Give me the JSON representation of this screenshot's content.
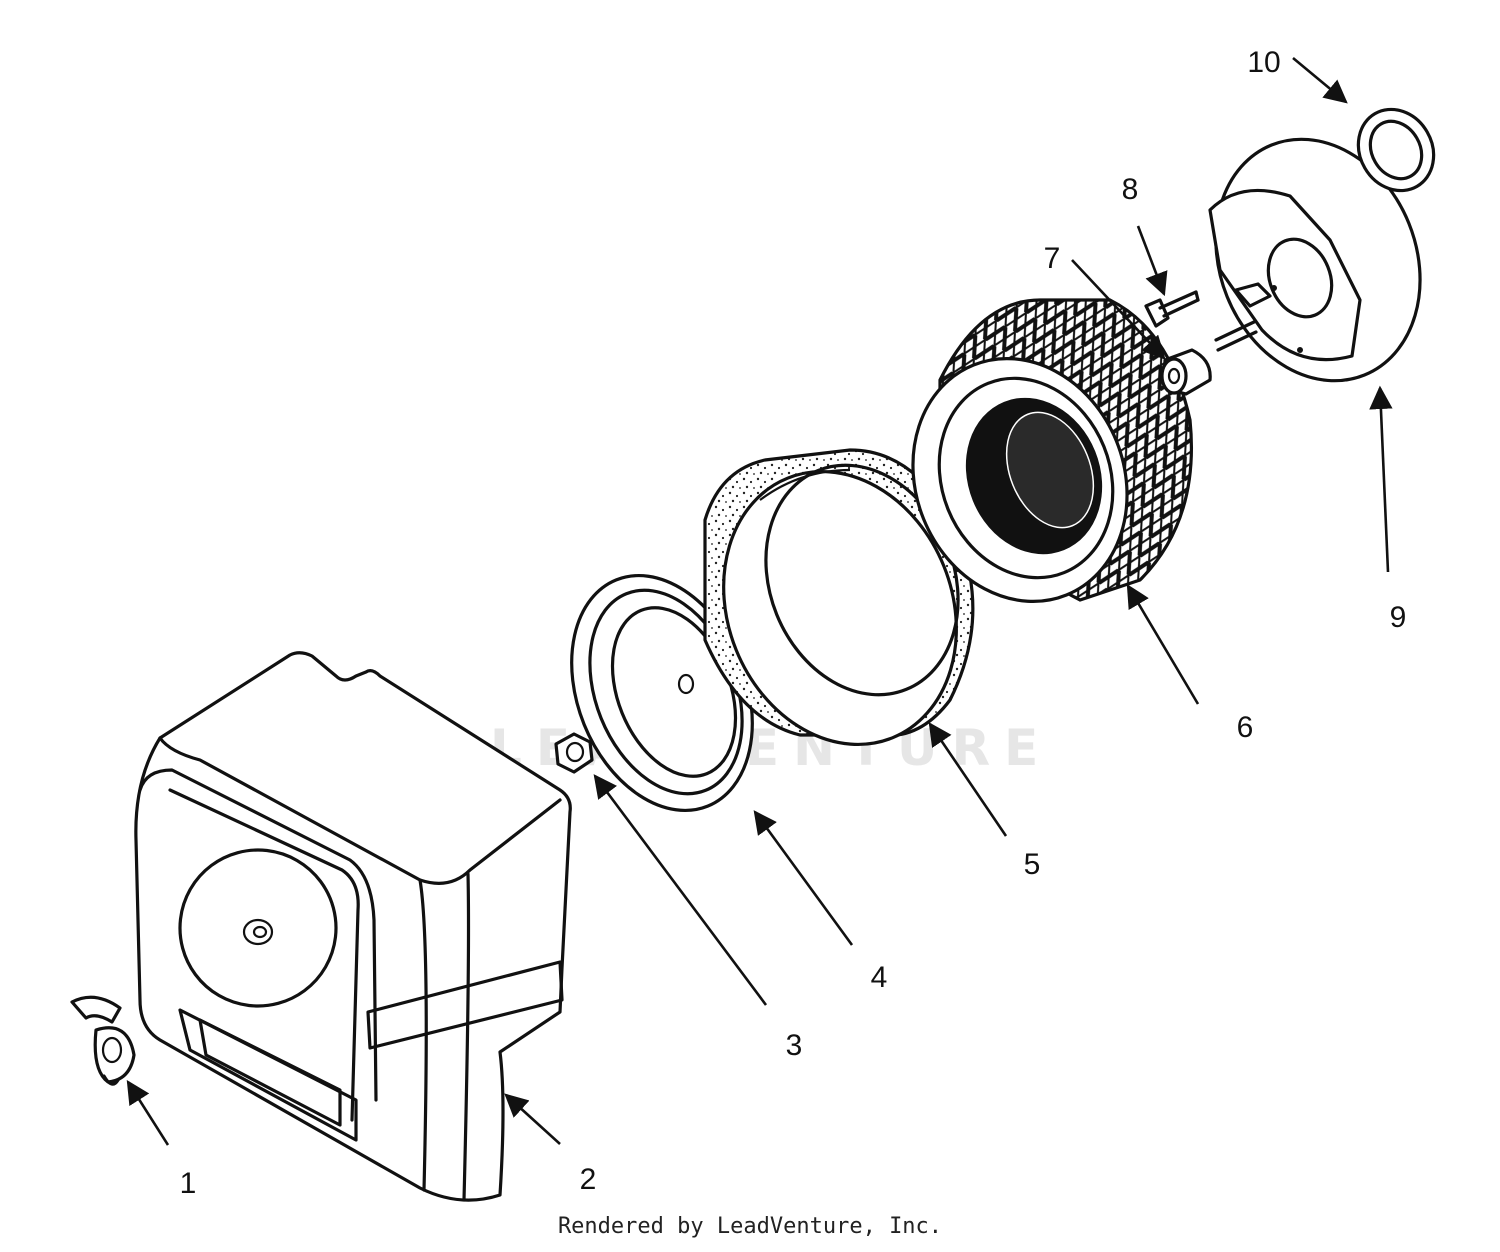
{
  "diagram": {
    "callouts": [
      {
        "id": "1",
        "text": "1"
      },
      {
        "id": "2",
        "text": "2"
      },
      {
        "id": "3",
        "text": "3"
      },
      {
        "id": "4",
        "text": "4"
      },
      {
        "id": "5",
        "text": "5"
      },
      {
        "id": "6",
        "text": "6"
      },
      {
        "id": "7",
        "text": "7"
      },
      {
        "id": "8",
        "text": "8"
      },
      {
        "id": "9",
        "text": "9"
      },
      {
        "id": "10",
        "text": "10"
      }
    ],
    "watermark": "LEADVENTURE",
    "credit": "Rendered by LeadVenture, Inc."
  }
}
